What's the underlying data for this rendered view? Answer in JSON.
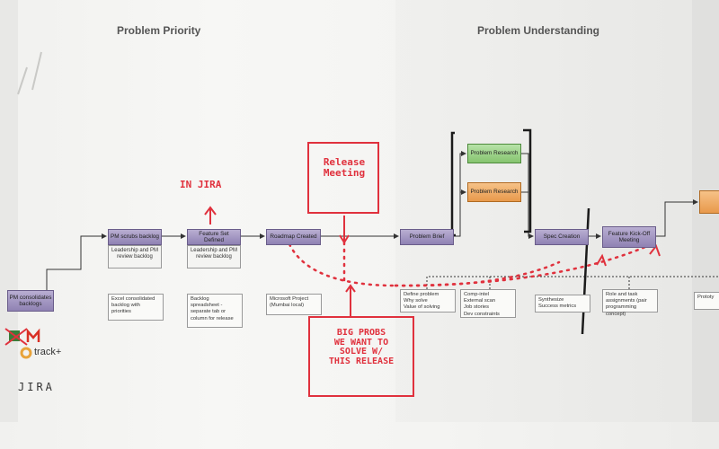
{
  "sections": {
    "problem_priority": "Problem Priority",
    "problem_understanding": "Problem Understanding"
  },
  "steps": {
    "pm_consolidates": "PM consolidates backlogs",
    "pm_scrubs": "PM scrubs backlog",
    "feature_set": "Feature Set Defined",
    "roadmap": "Roadmap Created",
    "problem_brief": "Problem Brief",
    "research_1": "Problem Research",
    "research_2": "Problem Research",
    "spec": "Spec Creation",
    "kickoff": "Feature Kick-Off Meeting"
  },
  "subs": {
    "scrubs_review": "Leadership and PM review backlog",
    "feature_review": "Leadership and PM review backlog"
  },
  "notes": {
    "excel": "Excel consolidated backlog with priorities",
    "backlog": "Backlog spreadsheet - separate tab or column for release",
    "msproject": "Microsoft Project (Mumbai local)",
    "define": "Define problem\nWhy solve\nValue of solving",
    "comp": "Comp-intel\nExternal scan\nJob stories\nDev constraints",
    "synth": "Synthesize\nSuccess metrics",
    "roles": "Role and task assignments (pair programming concept)",
    "proto": "Prototy"
  },
  "handwriting": {
    "in_jira": "IN JIRA",
    "release_meeting": "Release\nMeeting",
    "big_probs": "BIG PROBS\nWE WANT TO\nSOLVE W/\nTHIS RELEASE",
    "jira_black": "JIRA"
  },
  "tools": {
    "track": "track+"
  },
  "colors": {
    "purple_box": "#9a8ec0",
    "green_box": "#8fcb78",
    "orange_box": "#eda15a",
    "marker_red": "#e0313d"
  }
}
